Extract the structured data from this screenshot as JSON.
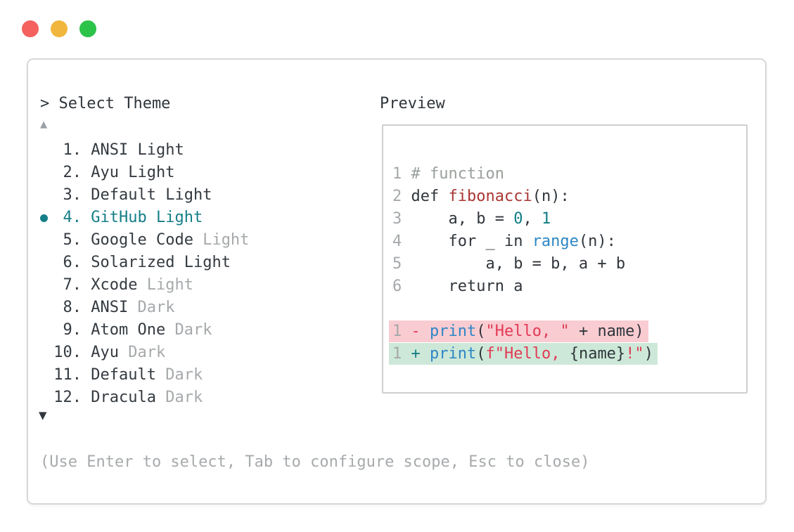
{
  "window": {
    "traffic_lights": [
      "close",
      "minimize",
      "maximize"
    ],
    "traffic_colors": {
      "close": "#f4615e",
      "minimize": "#f1b63d",
      "maximize": "#2cc34a"
    }
  },
  "selector": {
    "prompt": "> Select Theme",
    "scroll_up_indicator": "▲",
    "scroll_down_indicator": "▼",
    "items": [
      {
        "number": "1.",
        "name": "ANSI",
        "variant": "Light",
        "dim": false,
        "selected": false
      },
      {
        "number": "2.",
        "name": "Ayu",
        "variant": "Light",
        "dim": false,
        "selected": false
      },
      {
        "number": "3.",
        "name": "Default",
        "variant": "Light",
        "dim": false,
        "selected": false
      },
      {
        "number": "4.",
        "name": "GitHub",
        "variant": "Light",
        "dim": false,
        "selected": true
      },
      {
        "number": "5.",
        "name": "Google Code",
        "variant": "Light",
        "dim": true,
        "selected": false
      },
      {
        "number": "6.",
        "name": "Solarized",
        "variant": "Light",
        "dim": false,
        "selected": false
      },
      {
        "number": "7.",
        "name": "Xcode",
        "variant": "Light",
        "dim": true,
        "selected": false
      },
      {
        "number": "8.",
        "name": "ANSI",
        "variant": "Dark",
        "dim": true,
        "selected": false
      },
      {
        "number": "9.",
        "name": "Atom One",
        "variant": "Dark",
        "dim": true,
        "selected": false
      },
      {
        "number": "10.",
        "name": "Ayu",
        "variant": "Dark",
        "dim": true,
        "selected": false
      },
      {
        "number": "11.",
        "name": "Default",
        "variant": "Dark",
        "dim": true,
        "selected": false
      },
      {
        "number": "12.",
        "name": "Dracula",
        "variant": "Dark",
        "dim": true,
        "selected": false
      }
    ],
    "help": "(Use Enter to select, Tab to configure scope, Esc to close)"
  },
  "preview": {
    "title": "Preview",
    "lines": [
      {
        "kind": "code",
        "tokens": [
          [
            "1 ",
            "ln"
          ],
          [
            "# function",
            "cm"
          ]
        ]
      },
      {
        "kind": "code",
        "tokens": [
          [
            "2 ",
            "ln"
          ],
          [
            "def ",
            "tx"
          ],
          [
            "fibonacci",
            "fn"
          ],
          [
            "(n):",
            "tx"
          ]
        ]
      },
      {
        "kind": "code",
        "tokens": [
          [
            "3 ",
            "ln"
          ],
          [
            "    a, b = ",
            "tx"
          ],
          [
            "0",
            "nm"
          ],
          [
            ", ",
            "tx"
          ],
          [
            "1",
            "nm"
          ]
        ]
      },
      {
        "kind": "code",
        "tokens": [
          [
            "4 ",
            "ln"
          ],
          [
            "    for _ in ",
            "tx"
          ],
          [
            "range",
            "bi"
          ],
          [
            "(n):",
            "tx"
          ]
        ]
      },
      {
        "kind": "code",
        "tokens": [
          [
            "5 ",
            "ln"
          ],
          [
            "        a, b = b, a + b",
            "tx"
          ]
        ]
      },
      {
        "kind": "code",
        "tokens": [
          [
            "6 ",
            "ln"
          ],
          [
            "    return a",
            "tx"
          ]
        ]
      },
      {
        "kind": "blank",
        "tokens": []
      },
      {
        "kind": "removed",
        "tokens": [
          [
            "1 ",
            "ln"
          ],
          [
            "- ",
            "del"
          ],
          [
            "print",
            "bi"
          ],
          [
            "(",
            "tx"
          ],
          [
            "\"Hello, \"",
            "st"
          ],
          [
            " + name)",
            "tx"
          ]
        ]
      },
      {
        "kind": "added",
        "tokens": [
          [
            "1 ",
            "ln"
          ],
          [
            "+ ",
            "add"
          ],
          [
            "print",
            "bi"
          ],
          [
            "(",
            "tx"
          ],
          [
            "f\"Hello, ",
            "st"
          ],
          [
            "{name}",
            "tx"
          ],
          [
            "!\"",
            "st"
          ],
          [
            ")",
            "tx"
          ]
        ]
      }
    ]
  },
  "colors": {
    "accent_teal": "#157e87",
    "function_red": "#a93632",
    "string_red": "#e23a55",
    "builtin_blue": "#2d86c6",
    "number_teal": "#0f7c85",
    "comment_gray": "#9aa09b",
    "dim_gray": "#a6a9ab",
    "text_dark": "#30363c",
    "removed_bg": "#f9ccd2",
    "added_bg": "#cde8d8"
  }
}
